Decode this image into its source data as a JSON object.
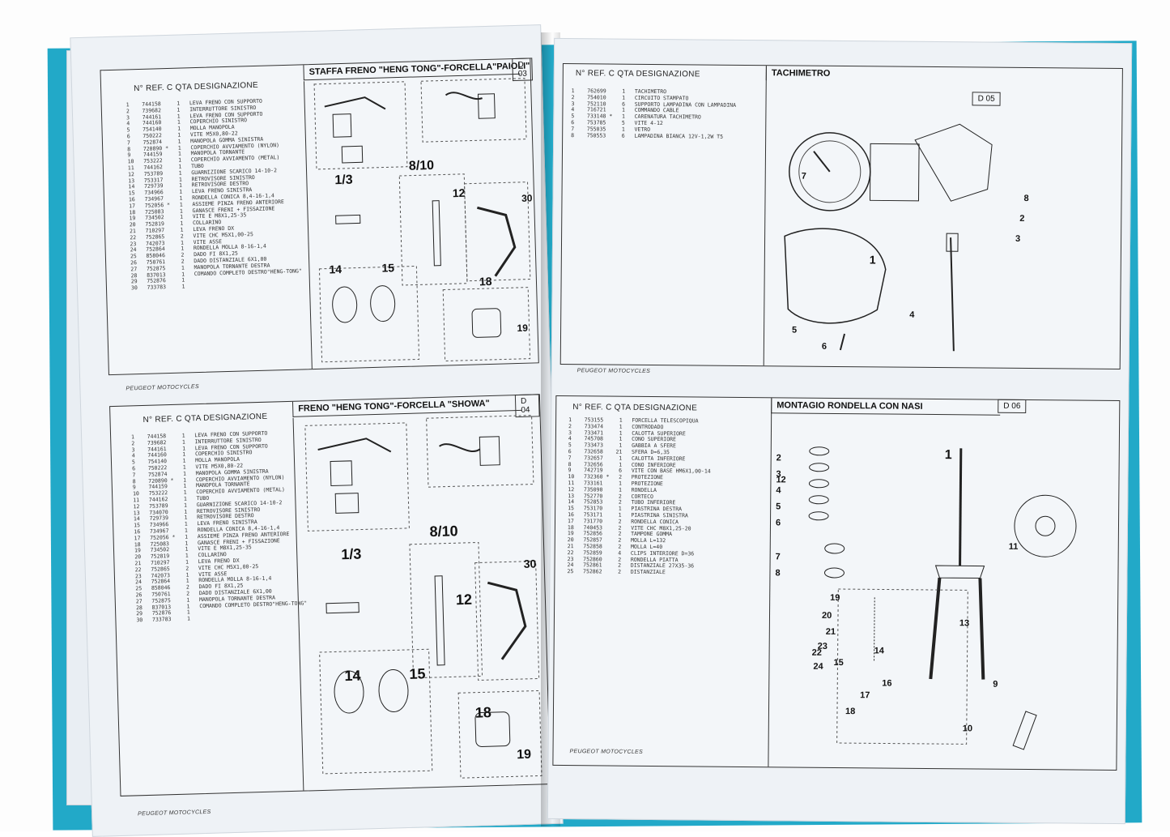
{
  "colors": {
    "cover": "#22a9c8",
    "paper": "#eef2f6"
  },
  "d03": {
    "title": "STAFFA FRENO \"HENG TONG\"-FORCELLA\"PAIOLI\"",
    "code": "D 03",
    "headers": "N°  REF.  C   QTA     DESIGNAZIONE",
    "rows": [
      "1    744158     1   LEVA FRENO CON SUPPORTO",
      "2    739682     1   INTERRUTTORE SINISTRO",
      "3    744161     1   LEVA FRENO CON SUPPORTO",
      "4    744160     1   COPERCHIO SINISTRO",
      "5    754140     1   MOLLA MANOPOLA",
      "6    750222     1   VITE M5X0,80-22",
      "7    752874     1   MANOPOLA GOMMA SINISTRA",
      "8    720890 *   1   COPERCHIO AVVIAMENTO (NYLON)",
      "9    744159     1   MANOPOLA TORNANTE",
      "10   753222     1   COPERCHIO AVVIAMENTO (METAL)",
      "11   744162     1   TUBO",
      "12   753789     1   GUARNIZIONE SCARICO 14-10-2",
      "13   753317     1   RETROVISORE SINISTRO",
      "14   729739     1   RETROVISORE DESTRO",
      "15   734966     1   LEVA FRENO SINISTRA",
      "16   734967     1   RONDELLA CONICA 8,4-16-1,4",
      "17   752056 *   1   ASSIEME PINZA FRENO ANTERIORE",
      "18   725083     1   GANASCE FRENI + FISSAZIONE",
      "19   734502     1   VITE E M8X1,25-35",
      "20   752819     1   COLLARINO",
      "21   710297     1   LEVA FRENO DX",
      "22   752865     2   VITE CHC M5X1,00-25",
      "23   742073     1   VITE ASSE",
      "24   752864     1   RONDELLA MOLLA 8-16-1,4",
      "25   858046     2   DADO FI 8X1,25",
      "26   750761     2   DADO DISTANZIALE 6X1,00",
      "27   752875     1   MANOPOLA TORNANTE DESTRA",
      "28   837013     1   COMANDO COMPLETO DESTRO\"HENG-TONG\"",
      "29   752876     1   ",
      "30   733783     1   "
    ],
    "footer": "PEUGEOT MOTOCYCLES",
    "callouts": [
      "1/3",
      "8/10",
      "12",
      "14",
      "15",
      "18",
      "19",
      "30"
    ]
  },
  "d04": {
    "title": "FRENO \"HENG TONG\"-FORCELLA \"SHOWA\"",
    "code": "D 04",
    "headers": "N°  REF.  C   QTA     DESIGNAZIONE",
    "rows": [
      "1    744158     1   LEVA FRENO CON SUPPORTO",
      "2    739682     1   INTERRUTTORE SINISTRO",
      "3    744161     1   LEVA FRENO CON SUPPORTO",
      "4    744160     1   COPERCHIO SINISTRO",
      "5    754140     1   MOLLA MANOPOLA",
      "6    750222     1   VITE M5X0,80-22",
      "7    752874     1   MANOPOLA GOMMA SINISTRA",
      "8    720890 *   1   COPERCHIO AVVIAMENTO (NYLON)",
      "9    744159     1   MANOPOLA TORNANTE",
      "10   753222     1   COPERCHIO AVVIAMENTO (METAL)",
      "11   744162     1   TUBO",
      "12   753789     1   GUARNIZIONE SCARICO 14-10-2",
      "13   734070     1   RETROVISORE SINISTRO",
      "14   729739     1   RETROVISORE DESTRO",
      "15   734966     1   LEVA FRENO SINISTRA",
      "16   734967     1   RONDELLA CONICA 8,4-16-1,4",
      "17   752056 *   1   ASSIEME PINZA FRENO ANTERIORE",
      "18   725083     1   GANASCE FRENI + FISSAZIONE",
      "19   734502     1   VITE E M8X1,25-35",
      "20   752819     1   COLLARINO",
      "21   710297     1   LEVA FRENO DX",
      "22   752865     2   VITE CHC M5X1,00-25",
      "23   742073     1   VITE ASSE",
      "24   752864     1   RONDELLA MOLLA 8-16-1,4",
      "25   858046     2   DADO FI 8X1,25",
      "26   750761     2   DADO DISTANZIALE 6X1,00",
      "27   752875     1   MANOPOLA TORNANTE DESTRA",
      "28   837013     1   COMANDO COMPLETO DESTRO\"HENG-TONG\"",
      "29   752876     1   ",
      "30   733783     1   "
    ],
    "footer": "PEUGEOT MOTOCYCLES",
    "callouts": [
      "1/3",
      "8/10",
      "12",
      "14",
      "15",
      "18",
      "19",
      "30"
    ]
  },
  "d05": {
    "title": "TACHIMETRO",
    "code": "D 05",
    "headers": "N°  REF.  C   QTA     DESIGNAZIONE",
    "rows": [
      "1    762699     1   TACHIMETRO",
      "2    754010     1   CIRCUITO STAMPATO",
      "3    752110     6   SUPPORTO LAMPADINA CON LAMPADINA",
      "4    716721     1   COMMANDO CABLE",
      "5    733148 *   1   CARENATURA TACHIMETRO",
      "6    753785     5   VITE 4-12",
      "7    755035     1   VETRO",
      "8    750553     6   LAMPADINA BIANCA 12V-1,2W T5"
    ],
    "footer": "PEUGEOT MOTOCYCLES",
    "callouts": [
      "1",
      "2",
      "3",
      "4",
      "5",
      "6",
      "7",
      "8"
    ]
  },
  "d06": {
    "title": "MONTAGIO RONDELLA CON NASI",
    "code": "D 06",
    "headers": "N°  REF.  C   QTA     DESIGNAZIONE",
    "rows": [
      "1    753155     1   FORCELLA TELESCOPIQUA",
      "2    733474     1   CONTRODADO",
      "3    733471     1   CALOTTA SUPERIORE",
      "4    745708     1   CONO SUPERIORE",
      "5    733473     1   GABBIA A SFERE",
      "6    732658    21   SFERA D=6,35",
      "7    732657     1   CALOTTA INFERIORE",
      "8    732656     1   CONO INFERIORE",
      "9    742719     6   VITE CON BASE HM6X1,00-14",
      "10   732360 *   2   PROTEZIONE",
      "11   733161     1   PROTEZIONE",
      "12   735090     1   RONDELLA",
      "13   752770     2   CORTECO",
      "14   752853     2   TUBO INFERIORE",
      "15   753170     1   PIASTRINA DESTRA",
      "16   753171     1   PIASTRINA SINISTRA",
      "17   731770     2   RONDELLA CONICA",
      "18   740453     2   VITE CHC M8X1,25-20",
      "19   752856     2   TAMPONE GOMMA",
      "20   752857     2   MOLLA L=132",
      "21   752858     2   MOLLA L=40",
      "22   752859     4   CLIPS INTERIORE D=36",
      "23   752860     2   RONDELLA PIATTA",
      "24   752861     2   DISTANZIALE 27X35-36",
      "25   752862     2   DISTANZIALE"
    ],
    "footer": "PEUGEOT MOTOCYCLES",
    "callouts": [
      "1",
      "2",
      "3",
      "4",
      "5",
      "6",
      "7",
      "8",
      "9",
      "10",
      "11",
      "12",
      "13",
      "14",
      "15",
      "16",
      "17",
      "18",
      "19",
      "20",
      "21",
      "22",
      "23",
      "24"
    ]
  }
}
